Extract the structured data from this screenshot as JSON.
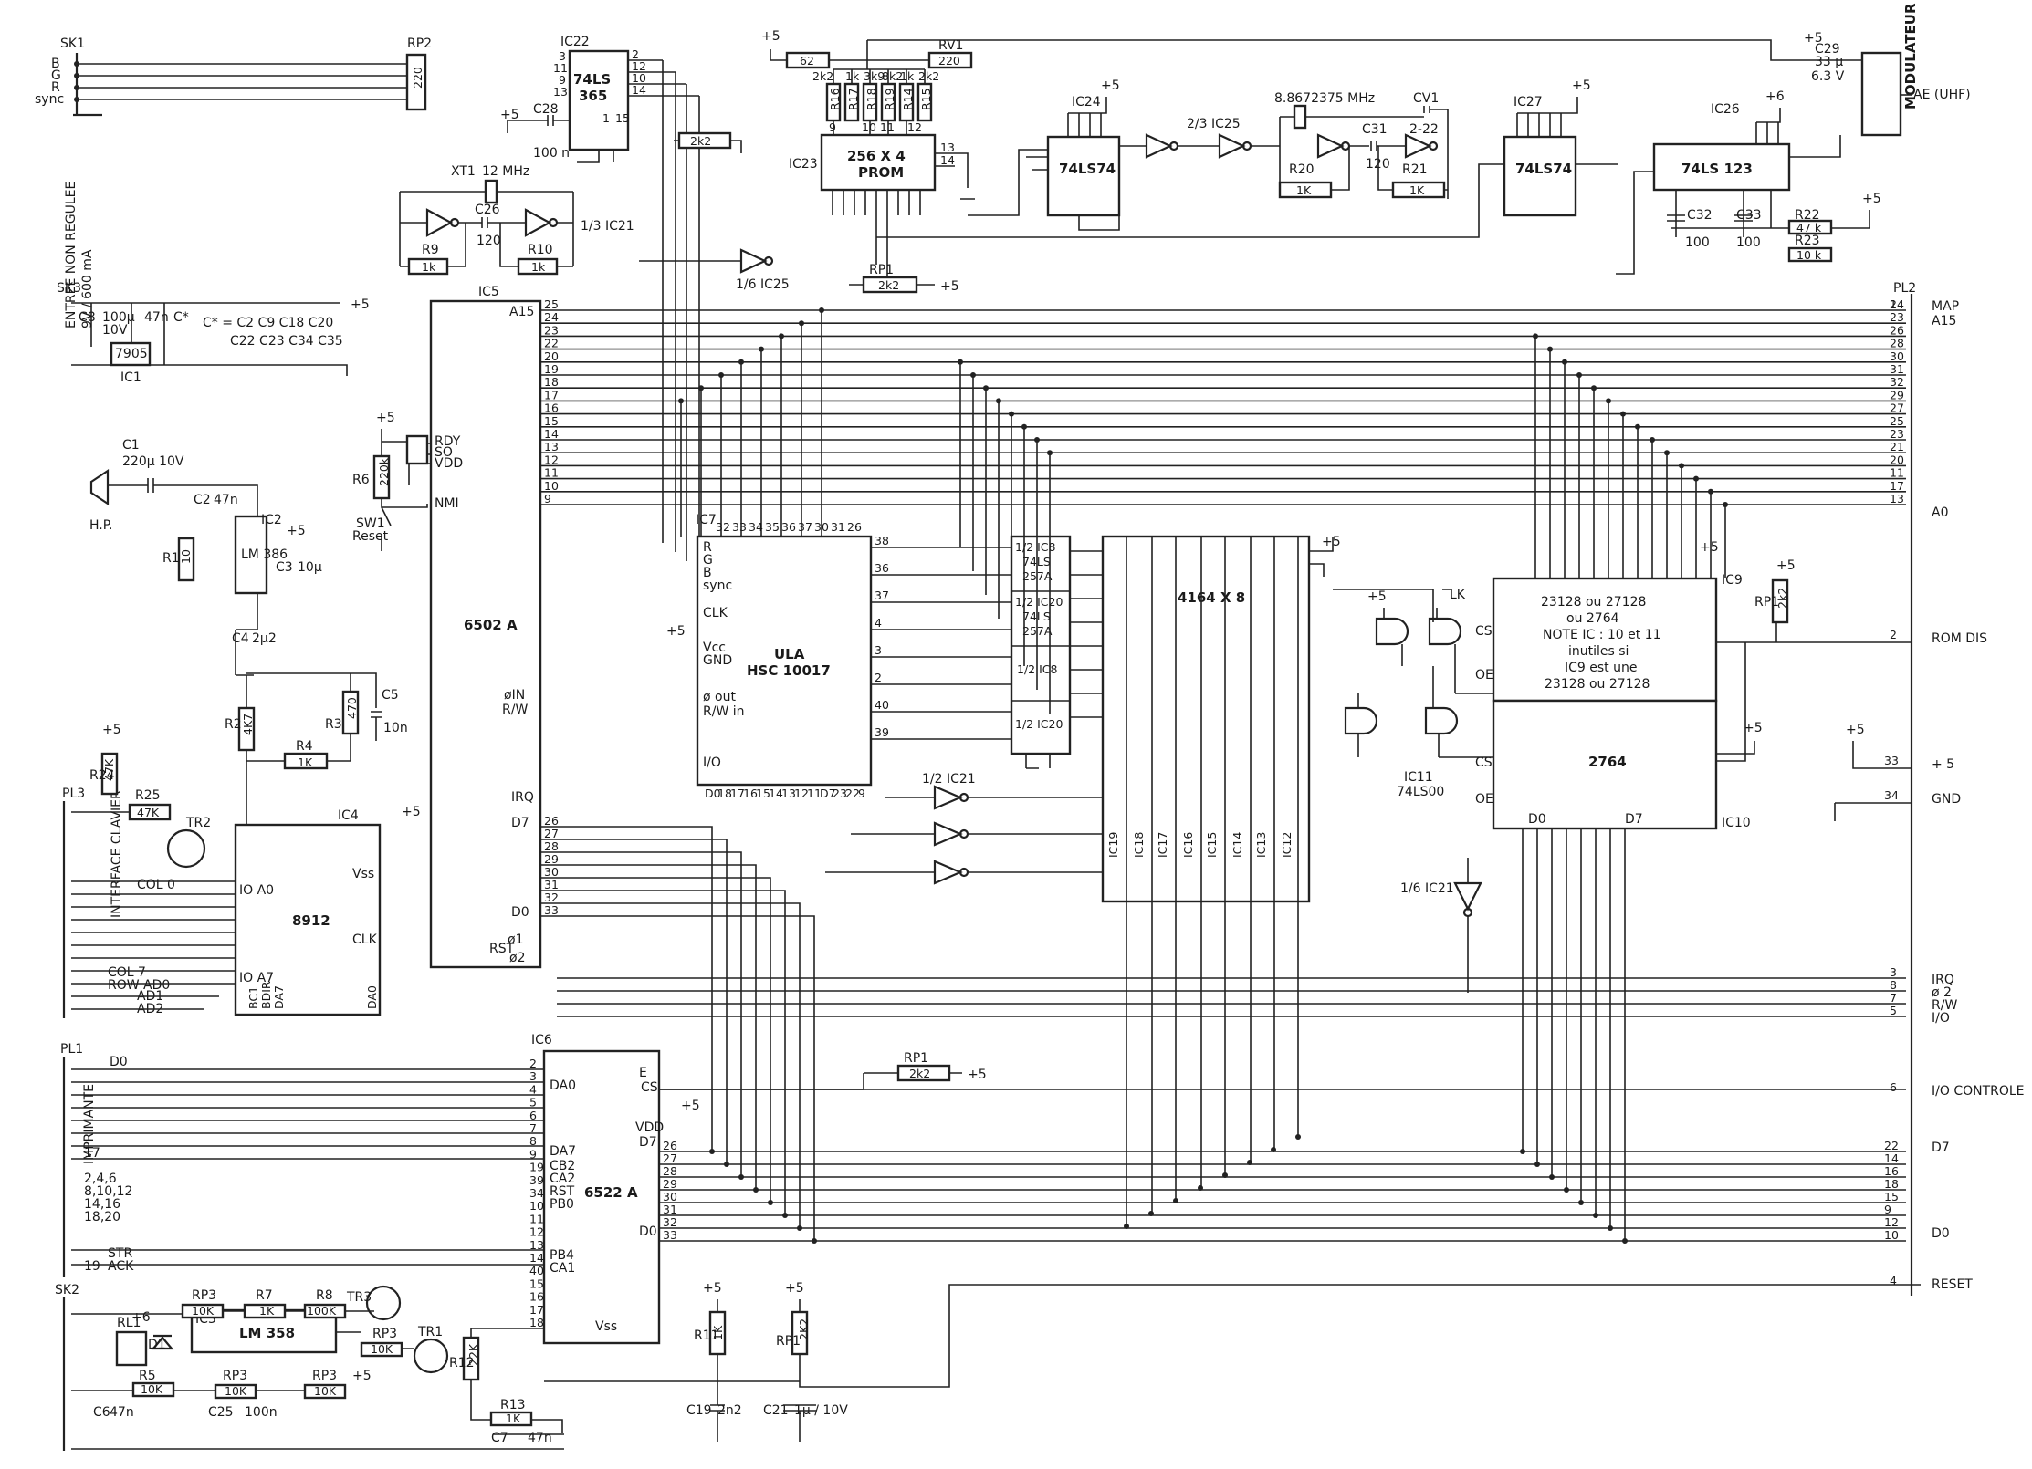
{
  "connectors": {
    "sk1": {
      "name": "SK1",
      "pins": [
        "B",
        "G",
        "R",
        "sync"
      ]
    },
    "sk2": {
      "name": "SK2"
    },
    "sk3": {
      "name": "SK3",
      "side": "ENTREE NON REGULEE",
      "spec": "9V / 600 mA"
    },
    "pl1": {
      "name": "PL1",
      "side": "IMPRIMANTE",
      "d0": "D0",
      "groups": [
        "2,4,6",
        "8,10,12",
        "14,16",
        "18,20"
      ],
      "str": "STR",
      "ack": "ACK",
      "p17": "17",
      "p19": "19"
    },
    "pl2": {
      "name": "PL2"
    },
    "pl3": {
      "name": "PL3",
      "side": "INTERFACE CLAVIER",
      "col0": "COL 0",
      "col7": "COL 7",
      "rowad0": "ROW AD0",
      "ad1": "AD1",
      "ad2": "AD2"
    }
  },
  "chips": {
    "ic1": {
      "ref": "IC1",
      "part": "7905"
    },
    "ic2": {
      "ref": "IC2",
      "part": "LM 386"
    },
    "ic3": {
      "ref": "IC3",
      "part": "LM 358"
    },
    "ic4": {
      "ref": "IC4",
      "part": "8912",
      "a0": "IO A0",
      "a7": "IO A7",
      "clk": "CLK",
      "vss": "Vss",
      "bc": "BC1",
      "bdir": "BDIR",
      "da7": "DA7",
      "da0": "DA0"
    },
    "ic5": {
      "ref": "IC5",
      "part": "6502 A",
      "rdy": "RDY",
      "so": "SO",
      "vdd": "VDD",
      "nmi": "NMI",
      "phi1": "ø1",
      "phi2": "ø2",
      "phiin": "øIN",
      "rw": "R/W",
      "irq": "IRQ",
      "rst": "RST",
      "a15": "A15",
      "d7": "D7",
      "d0": "D0"
    },
    "ic6": {
      "ref": "IC6",
      "part": "6522 A",
      "pins": [
        "DA0",
        "DA7",
        "CB2",
        "CA2",
        "RST",
        "PB0",
        "PB4",
        "CA1",
        "E",
        "CS",
        "VDD",
        "D7",
        "D0",
        "Vss"
      ]
    },
    "ic7": {
      "ref": "IC7",
      "part": "ULA",
      "part2": "HSC 10017",
      "pins": [
        "R",
        "G",
        "B",
        "sync",
        "CLK",
        "Vcc",
        "GND",
        "ø out",
        "R/W in",
        "I/O"
      ]
    },
    "ic8": {
      "ref": "1/2 IC8",
      "part": "74LS",
      "part2": "257A"
    },
    "ic20": {
      "ref": "1/2 IC20",
      "part": "74LS",
      "part2": "257A"
    },
    "ic8b": {
      "label": "1/2 IC8"
    },
    "ic20b": {
      "label": "1/2 IC20"
    },
    "ic9": {
      "ref": "IC9",
      "lines": [
        "23128 ou 27128",
        "ou 2764",
        "NOTE IC : 10 et 11",
        "inutiles si",
        "IC9 est une",
        "23128 ou 27128"
      ],
      "cs": "CS",
      "oe": "OE"
    },
    "ic10": {
      "ref": "IC10",
      "part": "2764",
      "d0": "D0",
      "d7": "D7"
    },
    "ic11": {
      "ref": "IC11",
      "part": "74LS00"
    },
    "ic22": {
      "ref": "IC22",
      "part": "74LS",
      "part2": "365"
    },
    "ic23": {
      "ref": "IC23",
      "part": "256 X 4",
      "part2": "PROM"
    },
    "ic24": {
      "ref": "IC24",
      "part": "74LS74"
    },
    "ic25": {
      "ref": "2/3 IC25"
    },
    "ic25b": {
      "ref": "1/6 IC25"
    },
    "ic26": {
      "ref": "IC26",
      "part": "74LS 123"
    },
    "ic27": {
      "ref": "IC27",
      "part": "74LS74"
    },
    "ic21": {
      "ref": "1/3 IC21"
    },
    "ic21b": {
      "ref": "1/2 IC21"
    },
    "ic21c": {
      "ref": "1/6 IC21"
    },
    "ram": {
      "label": "4164 X 8",
      "cols": [
        "IC19",
        "IC18",
        "IC17",
        "IC16",
        "IC15",
        "IC14",
        "IC13",
        "IC12"
      ]
    },
    "modulateur": {
      "label": "MODULATEUR",
      "out": "AE (UHF)"
    }
  },
  "components": {
    "rp2": {
      "ref": "RP2",
      "value": "220"
    },
    "rp1": {
      "ref": "RP1",
      "value": "2k2"
    },
    "rp1b": {
      "ref": "RP1",
      "value": "2k2"
    },
    "rp1c": {
      "ref": "RP1",
      "value": "2k2"
    },
    "rp1d": {
      "ref": "RP1",
      "value": "2k2"
    },
    "rp1e": {
      "ref": "RP1",
      "value": "2K2"
    },
    "rp3a": {
      "ref": "RP3",
      "value": "10K"
    },
    "rp3b": {
      "ref": "RP3",
      "value": "10K"
    },
    "rp3c": {
      "ref": "RP3",
      "value": "10K"
    },
    "rp3d": {
      "ref": "RP3",
      "value": "10K"
    },
    "r1": {
      "ref": "R1",
      "value": "10"
    },
    "r2": {
      "ref": "R2",
      "value": "4K7"
    },
    "r3": {
      "ref": "R3",
      "value": "470"
    },
    "r4": {
      "ref": "R4",
      "value": "1K"
    },
    "r5": {
      "ref": "R5",
      "value": "10K"
    },
    "r6": {
      "ref": "R6",
      "value": "220k"
    },
    "r7": {
      "ref": "R7",
      "value": "1K"
    },
    "r8": {
      "ref": "R8",
      "value": "100K"
    },
    "r9": {
      "ref": "R9",
      "value": "1k"
    },
    "r10": {
      "ref": "R10",
      "value": "1k"
    },
    "r11": {
      "ref": "R11",
      "value": "1K"
    },
    "r12": {
      "ref": "R12",
      "value": "22K"
    },
    "r13": {
      "ref": "R13",
      "value": "1K"
    },
    "r20": {
      "ref": "R20",
      "value": "1K"
    },
    "r21": {
      "ref": "R21",
      "value": "1K"
    },
    "r22": {
      "ref": "R22",
      "value": "47 k"
    },
    "r23": {
      "ref": "R23",
      "value": "10 k"
    },
    "r24": {
      "ref": "R24",
      "value": "47K"
    },
    "r25": {
      "ref": "R25",
      "value": "47K"
    },
    "r62": {
      "value": "62"
    },
    "prom_res": [
      "R16",
      "R17",
      "R18",
      "R19",
      "R14",
      "R15"
    ],
    "prom_vals": [
      "2k2",
      "1k",
      "3k9",
      "8k2",
      "1k",
      "2k2"
    ],
    "rv1": {
      "ref": "RV1",
      "value": "220"
    },
    "c1": {
      "ref": "C1",
      "value": "220µ 10V"
    },
    "c2": {
      "ref": "C2",
      "value": "47n"
    },
    "c3": {
      "ref": "C3",
      "value": "10µ"
    },
    "c4": {
      "ref": "C4",
      "value": "2µ2"
    },
    "c5": {
      "ref": "C5",
      "value": "10n"
    },
    "c6": {
      "ref": "C6",
      "value": "47n"
    },
    "c7": {
      "ref": "C7",
      "value": "47n"
    },
    "c8": {
      "ref": "C8",
      "value": "100µ",
      "v": "10V"
    },
    "c19": {
      "ref": "C19",
      "value": "2n2"
    },
    "c21": {
      "ref": "C21",
      "value": "1µ / 10V"
    },
    "c25": {
      "ref": "C25",
      "value": "100n"
    },
    "c26": {
      "ref": "C26",
      "value": "120"
    },
    "c28": {
      "ref": "C28",
      "value": "100 n"
    },
    "c29": {
      "ref": "C29",
      "value": "33 µ",
      "v": "6.3 V"
    },
    "c31": {
      "ref": "C31",
      "value": "120"
    },
    "c32": {
      "ref": "C32",
      "value": "100"
    },
    "c33": {
      "ref": "C33",
      "value": "100"
    },
    "cv1": {
      "ref": "CV1",
      "value": "2-22"
    },
    "c47n": {
      "value": "47n"
    },
    "cstar": {
      "label": "C*",
      "note1": "C* = C2 C9 C18 C20",
      "note2": "C22 C23 C34 C35"
    },
    "xt1": {
      "ref": "XT1",
      "value": "12 MHz"
    },
    "q2": {
      "value": "8.8672375 MHz"
    },
    "tr1": {
      "ref": "TR1"
    },
    "tr2": {
      "ref": "TR2"
    },
    "tr3": {
      "ref": "TR3"
    },
    "rl1": {
      "ref": "RL1"
    },
    "d1": {
      "ref": "D1"
    },
    "sw1": {
      "ref": "SW1",
      "label": "Reset"
    },
    "hp": {
      "ref": "H.P."
    },
    "lk": {
      "ref": "LK"
    }
  },
  "pl2_signals": {
    "map": "MAP",
    "a15": "A15",
    "a0": "A0",
    "romdis": "ROM DIS",
    "plus5": "+ 5",
    "gnd": "GND",
    "irq": "IRQ",
    "phi2": "ø 2",
    "rw": "R/W",
    "io": "I/O",
    "iocontrole": "I/O CONTROLE",
    "d7": "D7",
    "d0": "D0",
    "reset": "RESET"
  },
  "pl2_addr_pins": [
    "24",
    "23",
    "26",
    "28",
    "30",
    "31",
    "32",
    "29",
    "27",
    "25",
    "23",
    "21",
    "20",
    "11",
    "17",
    "13"
  ],
  "pl2_data_pins": [
    "22",
    "14",
    "16",
    "18",
    "15",
    "9",
    "12",
    "10"
  ],
  "pl2_ctrl_pins": [
    "3",
    "8",
    "7",
    "5"
  ],
  "pl2_misc_pins": {
    "map": "1",
    "romdis": "2",
    "plus5": "33",
    "gnd": "34",
    "iocontrole": "6",
    "reset": "4"
  },
  "ic5_addr_pins": [
    "25",
    "24",
    "23",
    "22",
    "20",
    "19",
    "18",
    "17",
    "16",
    "15",
    "14",
    "13",
    "12",
    "11",
    "10",
    "9"
  ],
  "ic5_data_pins": [
    "26",
    "27",
    "28",
    "29",
    "30",
    "31",
    "32",
    "33"
  ],
  "ic6_data_pins": [
    "26",
    "27",
    "28",
    "29",
    "30",
    "31",
    "32",
    "33"
  ],
  "ic6_left_pins": [
    "2",
    "3",
    "4",
    "5",
    "6",
    "7",
    "8",
    "9",
    "19",
    "39",
    "34",
    "10",
    "11",
    "12",
    "13",
    "14",
    "40",
    "15",
    "16",
    "17",
    "18"
  ],
  "ic7_top_pins": [
    "32",
    "33",
    "34",
    "35",
    "36",
    "37",
    "30",
    "31",
    "26"
  ],
  "ic7_right_pins": [
    "38",
    "36",
    "37",
    "4",
    "3",
    "2",
    "40",
    "39"
  ],
  "ic7_bottom_pins": [
    "D0",
    "18",
    "17",
    "16",
    "15",
    "14",
    "13",
    "12",
    "11",
    "D7",
    "23",
    "22",
    "9"
  ],
  "power": {
    "plus5": "+5",
    "plus6": "+6"
  }
}
